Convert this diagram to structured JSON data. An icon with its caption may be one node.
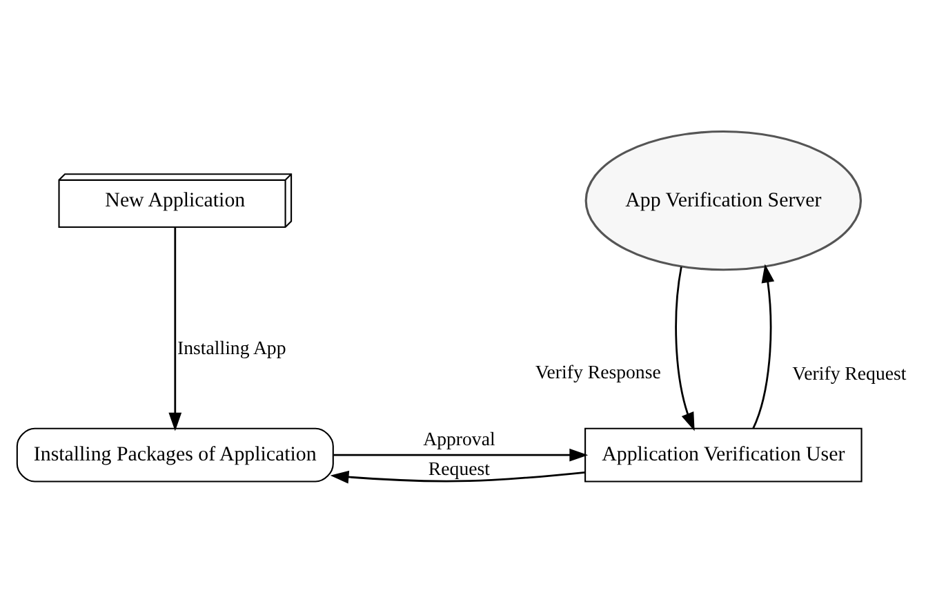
{
  "diagram": {
    "nodes": [
      {
        "text": [
          "New Application"
        ]
      },
      {
        "text": [
          "Installing Packages of Application"
        ]
      },
      {
        "text": [
          "Application Verification User"
        ]
      },
      {
        "text": [
          "App Verification Server"
        ]
      }
    ],
    "edges": [
      {
        "from": 0,
        "to": 1,
        "arrow": "to",
        "label": "Installing App"
      },
      {
        "from": 2,
        "to": 1,
        "arrow": "to",
        "label": "Request"
      },
      {
        "from": 1,
        "to": 2,
        "arrow": "to",
        "label": "Approval"
      },
      {
        "from": 2,
        "to": 3,
        "arrow": "to",
        "label": "Verify Request"
      },
      {
        "from": 3,
        "to": 2,
        "arrow": "to",
        "label": "Verify Response"
      }
    ]
  }
}
